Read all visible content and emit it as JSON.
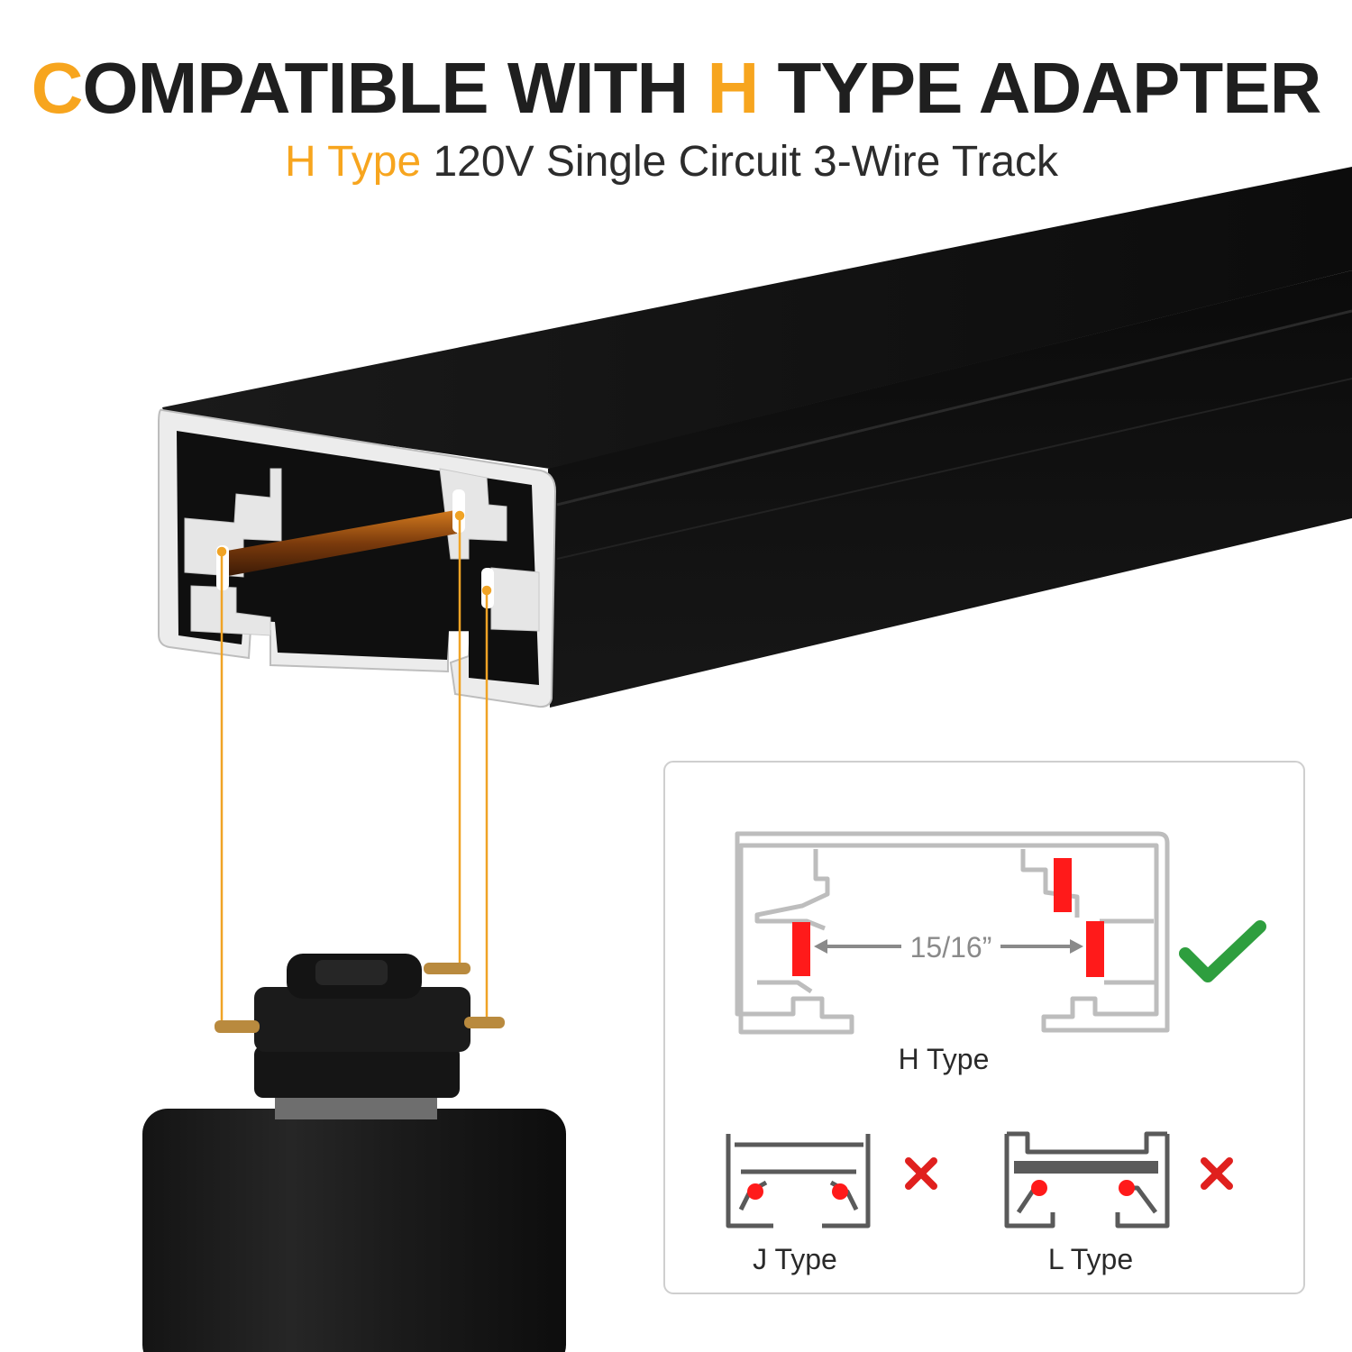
{
  "headline": {
    "accent_letter": "C",
    "part1": "OMPATIBLE WITH ",
    "accent_word": "H",
    "part2": " TYPE ADAPTER"
  },
  "subheadline": {
    "accent": "H Type",
    "rest": " 120V Single Circuit 3-Wire Track"
  },
  "comparison": {
    "h_type": {
      "label": "H Type",
      "dimension": "15/16”",
      "status": "check-icon"
    },
    "j_type": {
      "label": "J Type",
      "status": "x-icon"
    },
    "l_type": {
      "label": "L Type",
      "status": "x-icon"
    }
  },
  "colors": {
    "accent": "#F7A51E",
    "check": "#2E9E3E",
    "cross": "#E0201E",
    "contact": "#FF1A1A",
    "track": "#111111"
  }
}
